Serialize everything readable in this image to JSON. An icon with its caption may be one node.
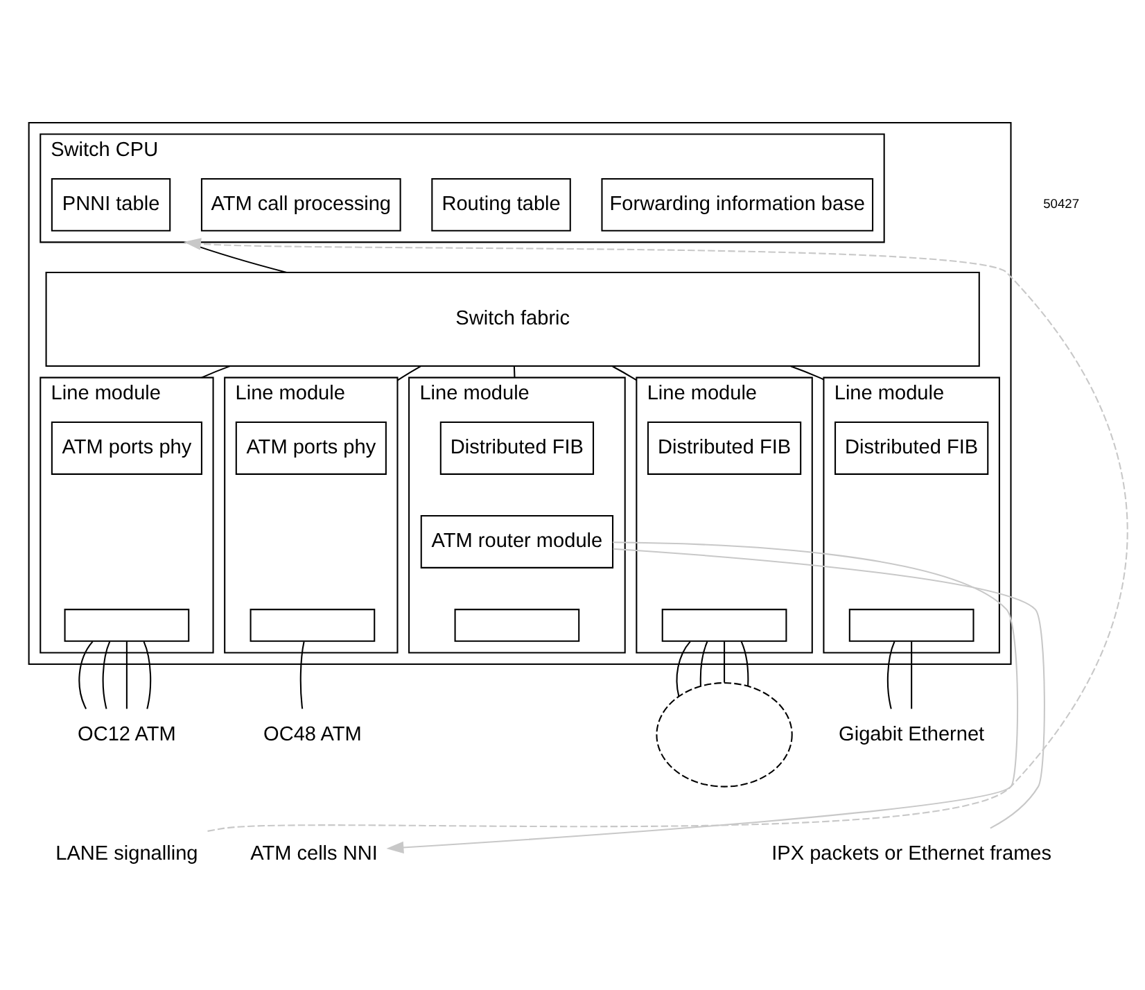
{
  "diagram": {
    "nodes": [
      {
        "text": [],
        "shape": "box"
      },
      {
        "text": [
          "Switch CPU"
        ],
        "in": 0
      },
      {
        "text": [
          "PNNI table"
        ],
        "in": 1
      },
      {
        "text": [
          "ATM call processing"
        ],
        "in": 1
      },
      {
        "text": [
          "Routing table"
        ],
        "in": 1
      },
      {
        "text": [
          "Forwarding information base"
        ],
        "in": 1
      },
      {
        "text": [
          "Switch fabric"
        ],
        "in": 0
      },
      {
        "text": [
          "Line module"
        ],
        "in": 0
      },
      {
        "text": [
          "ATM ports phy"
        ],
        "in": 7
      },
      {
        "text": [],
        "shape": "box",
        "in": 7
      },
      {
        "text": [
          "Line module"
        ],
        "in": 0
      },
      {
        "text": [
          "ATM ports phy"
        ],
        "in": 10
      },
      {
        "text": [],
        "shape": "box",
        "in": 10
      },
      {
        "text": [
          "Line module"
        ],
        "in": 0
      },
      {
        "text": [
          "Distributed FIB"
        ],
        "in": 13
      },
      {
        "text": [
          "ATM router module"
        ],
        "in": 13
      },
      {
        "text": [],
        "shape": "box",
        "in": 13
      },
      {
        "text": [
          "Line module"
        ],
        "in": 0
      },
      {
        "text": [
          "Distributed FIB"
        ],
        "in": 17
      },
      {
        "text": [],
        "shape": "box",
        "in": 17
      },
      {
        "text": [
          "Line module"
        ],
        "in": 0
      },
      {
        "text": [
          "Distributed FIB"
        ],
        "in": 20
      },
      {
        "text": [],
        "shape": "box",
        "in": 20
      },
      {
        "text": [
          "OC12 ATM"
        ]
      },
      {
        "text": [
          "OC48 ATM"
        ]
      },
      {
        "text": [],
        "shape": "circle"
      },
      {
        "text": [
          "Gigabit Ethernet"
        ]
      },
      {
        "text": [
          "LANE signalling"
        ]
      },
      {
        "text": [
          "ATM cells NNI"
        ]
      },
      {
        "text": [
          "IPX packets or Ethernet frames"
        ]
      }
    ],
    "edges": [
      {
        "from": 1,
        "to": 6,
        "arrow": "none"
      },
      {
        "from": 6,
        "to": 7,
        "arrow": "none"
      },
      {
        "from": 6,
        "to": 10,
        "arrow": "none"
      },
      {
        "from": 6,
        "to": 13,
        "arrow": "none"
      },
      {
        "from": 6,
        "to": 17,
        "arrow": "none"
      },
      {
        "from": 6,
        "to": 20,
        "arrow": "none"
      },
      {
        "from": 9,
        "to": 23,
        "arrow": "none"
      },
      {
        "from": 9,
        "to": 23,
        "arrow": "none"
      },
      {
        "from": 9,
        "to": 23,
        "arrow": "none"
      },
      {
        "from": 9,
        "to": 23,
        "arrow": "none"
      },
      {
        "from": 12,
        "to": 24,
        "arrow": "none"
      },
      {
        "from": 19,
        "to": 25,
        "arrow": "none"
      },
      {
        "from": 19,
        "to": 25,
        "arrow": "none"
      },
      {
        "from": 19,
        "to": 25,
        "arrow": "none"
      },
      {
        "from": 19,
        "to": 25,
        "arrow": "none"
      },
      {
        "from": 22,
        "to": 26,
        "arrow": "none"
      },
      {
        "from": 22,
        "to": 26,
        "arrow": "none"
      },
      {
        "from": 27,
        "to": 1,
        "arrow": "to",
        "style": "dashed",
        "color": "#c8c8c8"
      },
      {
        "from": 15,
        "to": 28,
        "arrow": "to",
        "color": "#c8c8c8"
      },
      {
        "from": 29,
        "to": 15,
        "arrow": "none",
        "color": "#c8c8c8"
      }
    ],
    "labels": [
      "50427"
    ]
  }
}
